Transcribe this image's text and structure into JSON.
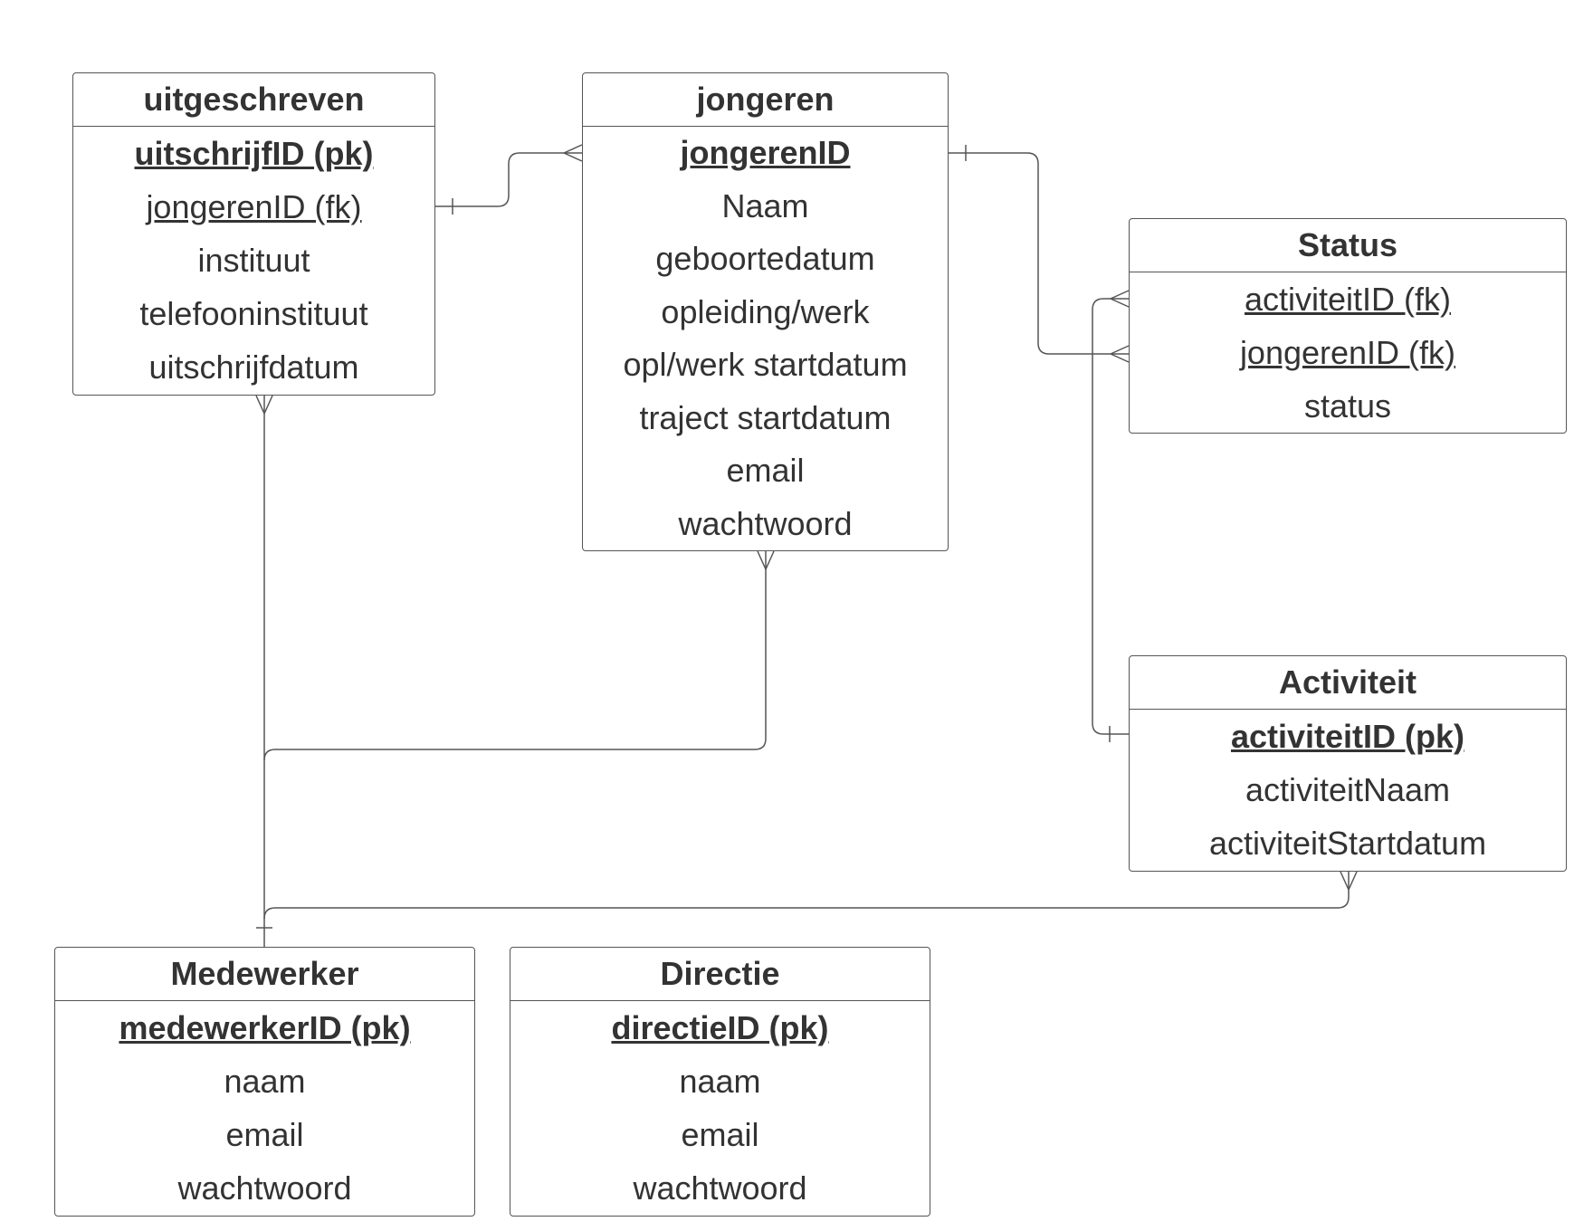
{
  "entities": {
    "uitgeschreven": {
      "title": "uitgeschreven",
      "attributes": [
        "uitschrijfID (pk)",
        "jongerenID (fk)",
        "instituut",
        "telefooninstituut",
        "uitschrijfdatum"
      ]
    },
    "jongeren": {
      "title": "jongeren",
      "attributes": [
        "jongerenID",
        "Naam",
        "geboortedatum",
        "opleiding/werk",
        "opl/werk startdatum",
        "traject startdatum",
        "email",
        "wachtwoord"
      ]
    },
    "status": {
      "title": "Status",
      "attributes": [
        "activiteitID (fk)",
        "jongerenID (fk)",
        "status"
      ]
    },
    "activiteit": {
      "title": "Activiteit",
      "attributes": [
        "activiteitID (pk)",
        "activiteitNaam",
        "activiteitStartdatum"
      ]
    },
    "medewerker": {
      "title": "Medewerker",
      "attributes": [
        "medewerkerID (pk)",
        "naam",
        "email",
        "wachtwoord"
      ]
    },
    "directie": {
      "title": "Directie",
      "attributes": [
        "directieID (pk)",
        "naam",
        "email",
        "wachtwoord"
      ]
    }
  },
  "colors": {
    "line": "#555555",
    "text": "#333333",
    "background": "#ffffff"
  }
}
